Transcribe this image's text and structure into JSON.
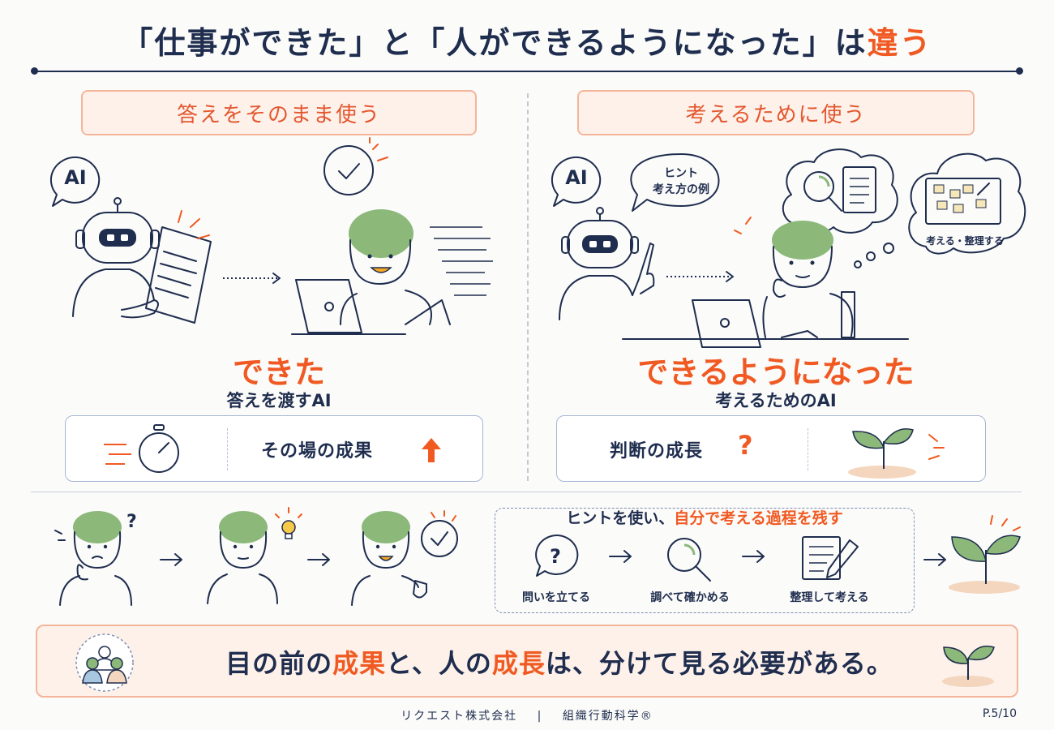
{
  "title": {
    "part1": "「仕事ができた」と「人ができるようになった」は",
    "part2": "違う"
  },
  "left": {
    "pill": "答えをそのまま使う",
    "ai_label": "AI",
    "result_big": "できた",
    "result_sub": "答えを渡すAI",
    "panel_text": "その場の成果"
  },
  "right": {
    "pill": "考えるために使う",
    "ai_label": "AI",
    "speech": [
      "ヒント",
      "考え方の例"
    ],
    "think_label": "考える・整理する",
    "result_big": "できるようになった",
    "result_sub": "考えるためのAI",
    "panel_text": "判断の成長"
  },
  "flow": {
    "head_part1": "ヒントを使い、",
    "head_part2": "自分で考える過程を残す",
    "steps": [
      "問いを立てる",
      "調べて確かめる",
      "整理して考える"
    ]
  },
  "bottom": {
    "t1": "目の前の",
    "t2": "成果",
    "t3": "と、人の",
    "t4": "成長",
    "t5": "は、分けて見る必要がある。"
  },
  "footer": {
    "company": "リクエスト株式会社",
    "separator": "|",
    "brand": "組織行動科学®",
    "page": "P.5/10"
  },
  "colors": {
    "accent": "#f05a22",
    "navy": "#1f2d4e",
    "pill_bg": "#fdf1ea",
    "leaf": "#8cb87a"
  }
}
